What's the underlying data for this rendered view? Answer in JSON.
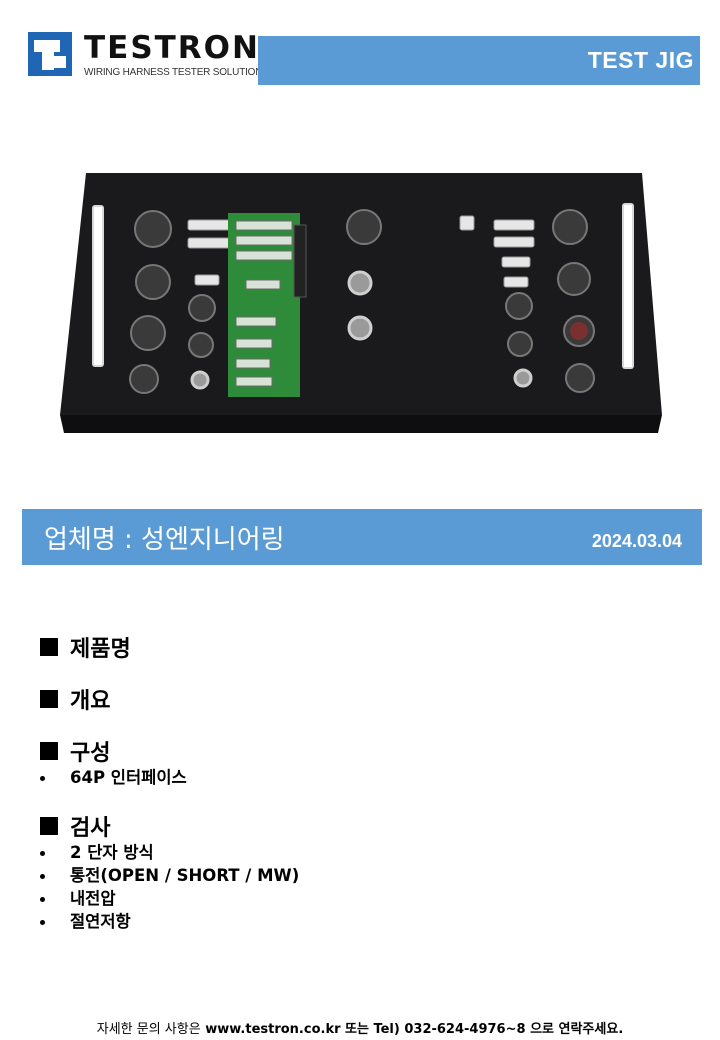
{
  "header": {
    "logo_name": "TESTRON",
    "logo_tagline": "WIRING HARNESS TESTER SOLUTIONS",
    "title": "TEST JIG",
    "accent_color": "#5b9bd5"
  },
  "company": {
    "name": "업체명 : 성엔지니어링",
    "date": "2024.03.04"
  },
  "sections": [
    {
      "title": "제품명",
      "items": []
    },
    {
      "title": "개요",
      "items": []
    },
    {
      "title": "구성",
      "items": [
        "64P 인터페이스"
      ]
    },
    {
      "title": "검사",
      "items": [
        "2 단자 방식",
        "통전(OPEN / SHORT / MW)",
        "내전압",
        "절연저항"
      ]
    }
  ],
  "footer": {
    "prefix": "자세한 문의 사항은",
    "contact": "www.testron.co.kr 또는 Tel) 032-624-4976~8 으로 연락주세요."
  }
}
